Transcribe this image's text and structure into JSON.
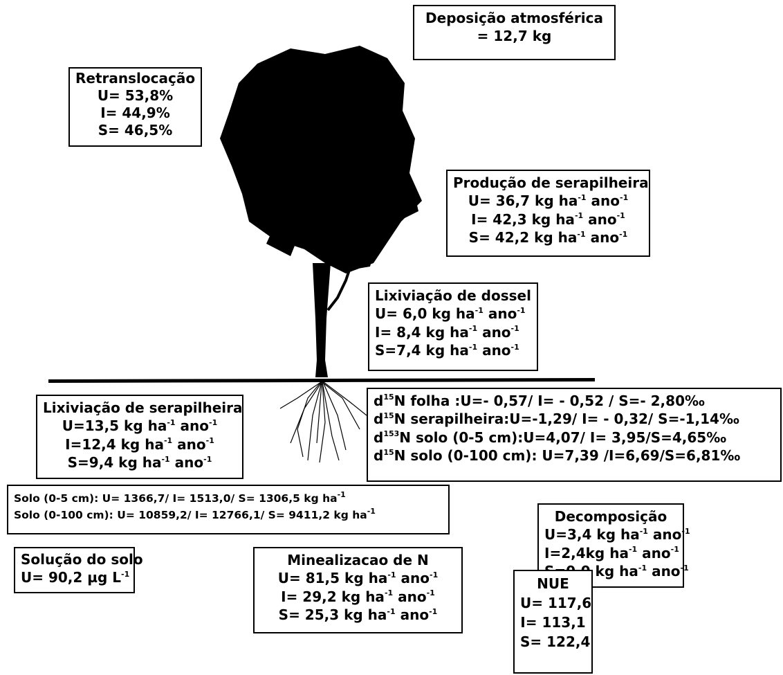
{
  "deposition": {
    "title": "Deposição atmosférica",
    "value": "= 12,7 kg"
  },
  "retranslocation": {
    "title": "Retranslocação",
    "U": "U= 53,8%",
    "I": "I= 44,9%",
    "S": "S= 46,5%"
  },
  "litter_production": {
    "title": "Produção de serapilheira",
    "U": "U= 36,7 kg ha",
    "I": "I= 42,3 kg ha",
    "S": "S= 42,2 kg ha"
  },
  "canopy_leaching": {
    "title": "Lixiviação de  dossel",
    "U": "U= 6,0 kg ha",
    "I": "I= 8,4 kg ha",
    "S": "S=7,4 kg ha"
  },
  "litter_leaching": {
    "title": "Lixiviação de serapilheira",
    "U": "U=13,5 kg ha",
    "I": "I=12,4 kg ha",
    "S": "S=9,4 kg ha"
  },
  "isotopes": {
    "folha": ":U=- 0,57/ I= - 0,52 / S=- 2,80‰",
    "folha_label": "N folha ",
    "serapilheira_label": "N serapilheira",
    "serapilheira": ":U=-1,29/ I= - 0,32/ S=-1,14‰",
    "solo5_label": "N solo (0-5 cm)",
    "solo5": ":U=4,07/ I= 3,95/S=4,65‰",
    "solo100_label": "N solo (0-100 cm)",
    "solo100": ": U=7,39 /I=6,69/S=6,81‰",
    "prefix": "d",
    "sup15": "15",
    "sup153": "153"
  },
  "soil_stock": {
    "line1": "Solo (0-5 cm): U= 1366,7/ I= 1513,0/ S= 1306,5 kg ha",
    "line2": "Solo (0-100 cm): U= 10859,2/ I= 12766,1/ S= 9411,2 kg ha"
  },
  "decomposition": {
    "title": "Decomposição",
    "U": "U=3,4 kg ha",
    "I": "I=2,4kg ha",
    "S": "S=0,0 kg ha"
  },
  "soil_solution": {
    "title": "Solução do solo",
    "value": "U= 90,2 µg L"
  },
  "mineralization": {
    "title": "Minealizacao de N",
    "U": "U= 81,5 kg ha",
    "I": "I= 29,2 kg ha",
    "S": "S= 25,3 kg ha"
  },
  "nue": {
    "title": "NUE",
    "U": "U= 117,6",
    "I": "I= 113,1",
    "S": "S= 122,4"
  },
  "units": {
    "ano": " ano",
    "exp": "-1",
    "expL": "-1"
  }
}
